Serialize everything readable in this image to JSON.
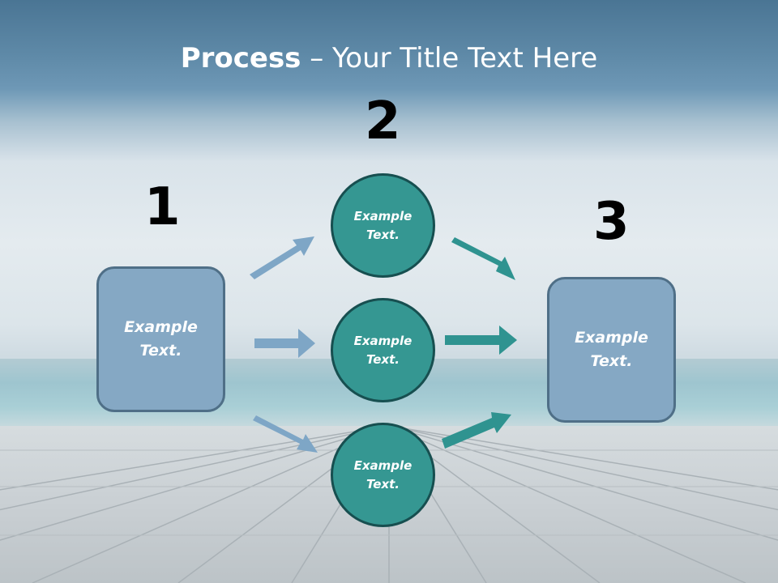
{
  "title": {
    "bold": "Process",
    "rest": " – Your Title Text Here"
  },
  "step_numbers": [
    "1",
    "2",
    "3"
  ],
  "boxes": {
    "left": "Example\nText.",
    "right": "Example\nText."
  },
  "circles": [
    "Example\nText.",
    "Example\nText.",
    "Example\nText."
  ],
  "colors": {
    "box_fill": "#85a8c4",
    "circle_fill": "#359792",
    "blue_arrow": "#7ea6c6",
    "teal_arrow": "#2f9390"
  }
}
